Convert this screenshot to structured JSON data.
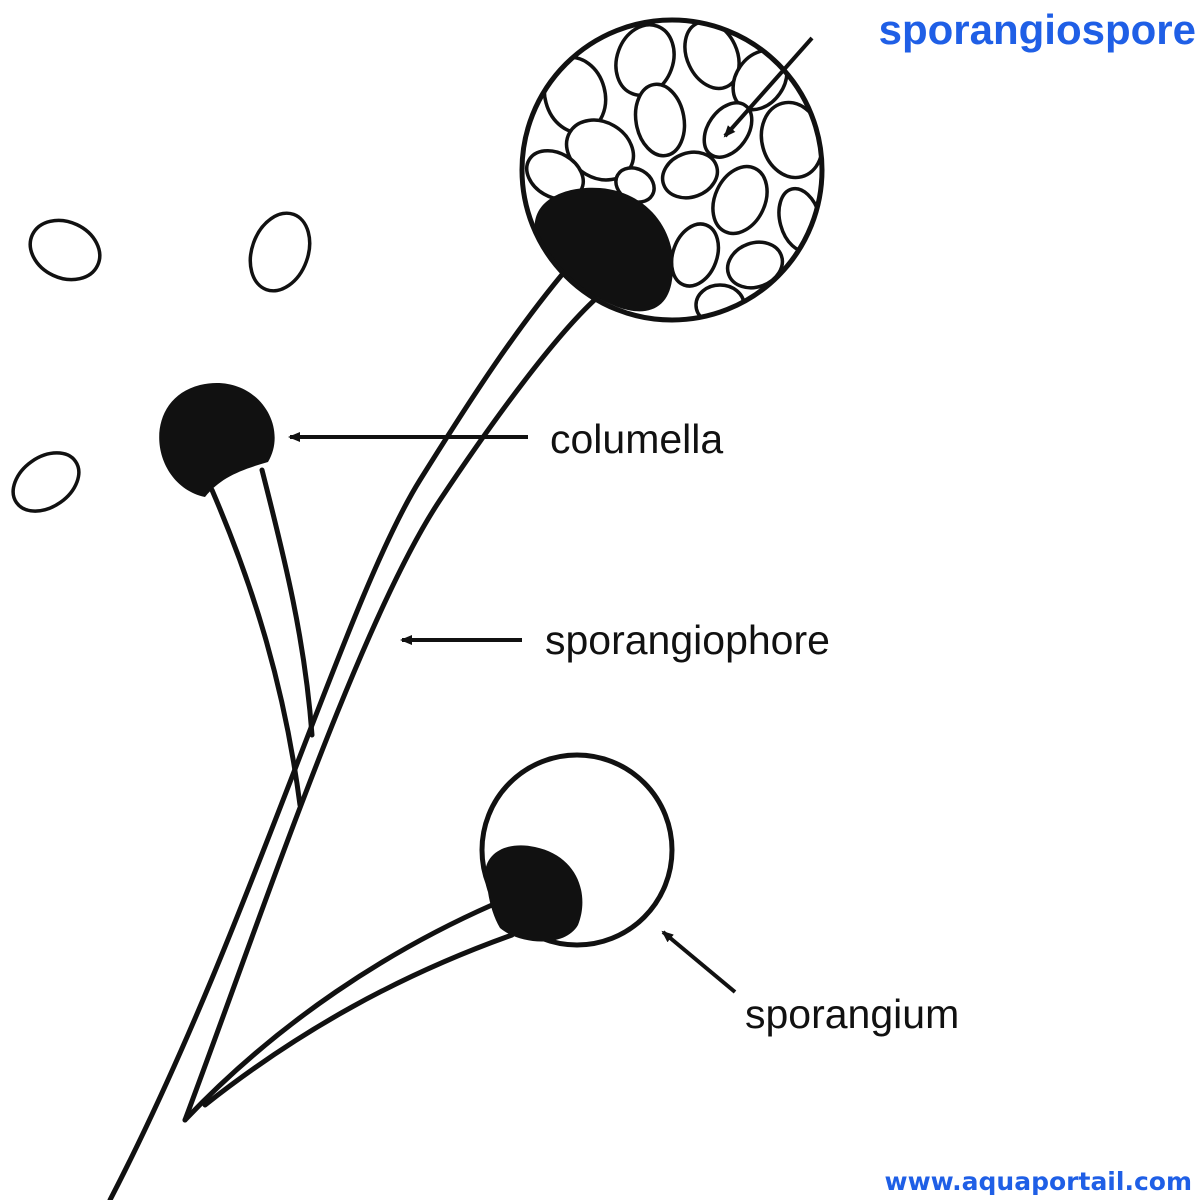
{
  "labels": {
    "sporangiospore": "sporangiospore",
    "columella": "columella",
    "sporangiophore": "sporangiophore",
    "sporangium": "sporangium"
  },
  "footer": {
    "website": "www.aquaportail.com"
  },
  "colors": {
    "accent": "#1f5fe6",
    "ink": "#111111",
    "background": "#ffffff"
  }
}
